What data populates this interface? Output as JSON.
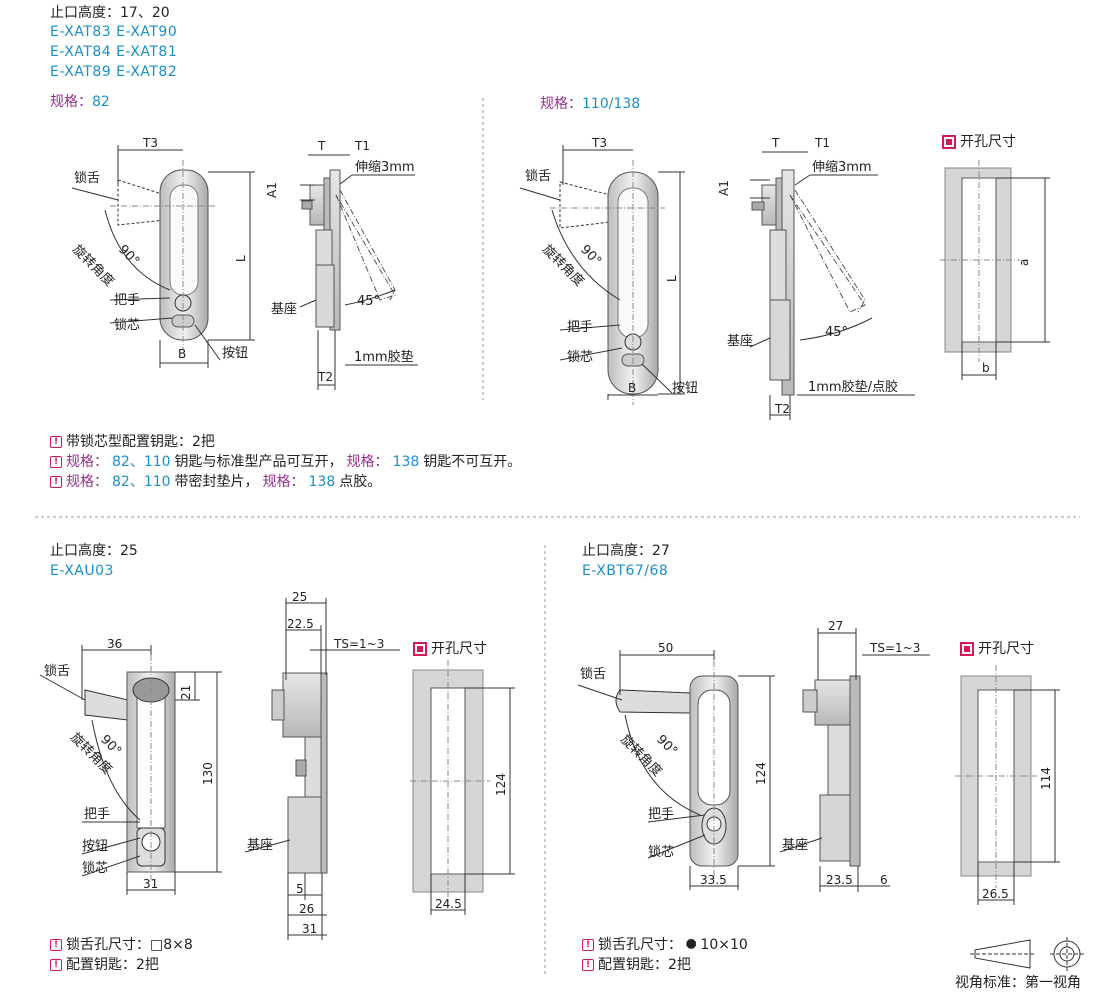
{
  "section1": {
    "height_label": "止口高度：17、20",
    "models": [
      "E-XAT83  E-XAT90",
      "E-XAT84  E-XAT81",
      "E-XAT89  E-XAT82"
    ],
    "left": {
      "spec_label": "规格：",
      "spec_value": "82",
      "labels": {
        "tongue": "锁舌",
        "rotate": "旋转角度",
        "angle90": "90°",
        "handle": "把手",
        "core": "锁芯",
        "button": "按钮",
        "base": "基座",
        "extend": "伸缩3mm",
        "angle45": "45°",
        "gasket": "1mm胶垫"
      },
      "dims": {
        "T3": "T3",
        "T": "T",
        "T1": "T1",
        "A1": "A1",
        "L": "L",
        "B": "B",
        "T2": "T2"
      }
    },
    "right": {
      "spec_label": "规格：",
      "spec_value": "110/138",
      "labels": {
        "tongue": "锁舌",
        "rotate": "旋转角度",
        "angle90": "90°",
        "handle": "把手",
        "core": "锁芯",
        "button": "按钮",
        "base": "基座",
        "extend": "伸缩3mm",
        "angle45": "45°",
        "gasket": "1mm胶垫/点胶"
      },
      "dims": {
        "T3": "T3",
        "T": "T",
        "T1": "T1",
        "A1": "A1",
        "L": "L",
        "B": "B",
        "T2": "T2"
      }
    },
    "cutout": {
      "title": "开孔尺寸",
      "a": "a",
      "b": "b"
    },
    "notes": [
      {
        "text": "带锁芯型配置钥匙：2把"
      },
      {
        "p1": "规格：",
        "v1": "82、110",
        "t1": "钥匙与标准型产品可互开，",
        "p2": "规格：",
        "v2": "138",
        "t2": "钥匙不可互开。"
      },
      {
        "p1": "规格：",
        "v1": "82、110",
        "t1": "带密封垫片，",
        "p2": "规格：",
        "v2": "138",
        "t2": "点胶。"
      }
    ]
  },
  "section2": {
    "height_label": "止口高度：25",
    "model": "E-XAU03",
    "labels": {
      "tongue": "锁舌",
      "rotate": "旋转角度",
      "angle90": "90°",
      "handle": "把手",
      "button": "按钮",
      "core": "锁芯",
      "base": "基座"
    },
    "dims": {
      "d36": "36",
      "d21": "21",
      "d130": "130",
      "d31": "31",
      "d25": "25",
      "d22_5": "22.5",
      "ts": "TS=1~3",
      "d5": "5",
      "d26": "26",
      "d31b": "31",
      "d124": "124",
      "d24_5": "24.5"
    },
    "cutout_title": "开孔尺寸",
    "notes": [
      "锁舌孔尺寸：□8×8",
      "配置钥匙：2把"
    ]
  },
  "section3": {
    "height_label": "止口高度：27",
    "model": "E-XBT67/68",
    "labels": {
      "tongue": "锁舌",
      "rotate": "旋转角度",
      "angle90": "90°",
      "handle": "把手",
      "core": "锁芯",
      "base": "基座"
    },
    "dims": {
      "d50": "50",
      "d124": "124",
      "d33_5": "33.5",
      "d27": "27",
      "ts": "TS=1~3",
      "d23_5": "23.5",
      "d6": "6",
      "d114": "114",
      "d26_5": "26.5"
    },
    "cutout_title": "开孔尺寸",
    "notes": [
      "锁舌孔尺寸：",
      "10×10",
      "配置钥匙：2把"
    ],
    "view_label": "视角标准：第一视角"
  },
  "colors": {
    "accent_blue": "#1a8fc9",
    "accent_purple": "#9b2f8e",
    "accent_red": "#d11a5a"
  }
}
